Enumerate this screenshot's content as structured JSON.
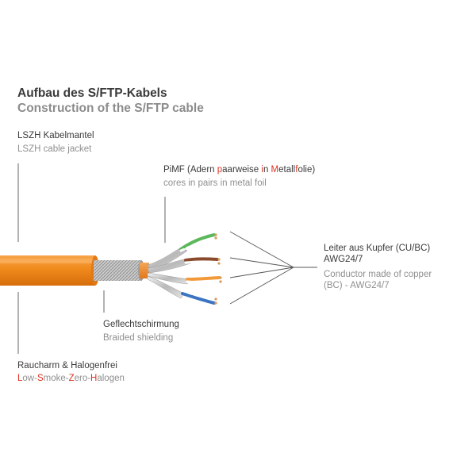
{
  "title": {
    "de": "Aufbau des S/FTP-Kabels",
    "en": "Construction of the S/FTP cable"
  },
  "labels": {
    "jacket": {
      "de": "LSZH Kabelmantel",
      "en": "LSZH cable jacket"
    },
    "pimf": {
      "de_parts": [
        "PiMF (Adern ",
        "p",
        "aarweise ",
        "i",
        "n ",
        "M",
        "etall",
        "f",
        "olie)"
      ],
      "en": "cores in pairs in metal foil"
    },
    "conductor": {
      "de_line1": "Leiter aus Kupfer (CU/BC)",
      "de_line2": "AWG24/7",
      "en_line1": "Conductor made of copper",
      "en_line2": "(BC) - AWG24/7"
    },
    "braid": {
      "de": "Geflechtschirmung",
      "en": "Braided shielding"
    },
    "lszh": {
      "de": "Raucharm & Halogenfrei",
      "en_parts": [
        "L",
        "ow-",
        "S",
        "moke-",
        "Z",
        "ero-",
        "H",
        "alogen"
      ]
    }
  },
  "colors": {
    "accent_red": "#e0301e",
    "jacket_orange": "#f28a1e",
    "pair_green": "#5cb85c",
    "pair_brown": "#8b4a2b",
    "pair_orange": "#f29a3a",
    "pair_blue": "#3b74c2",
    "foil_silver": "#c8c8c8",
    "leader_line": "#555555"
  }
}
